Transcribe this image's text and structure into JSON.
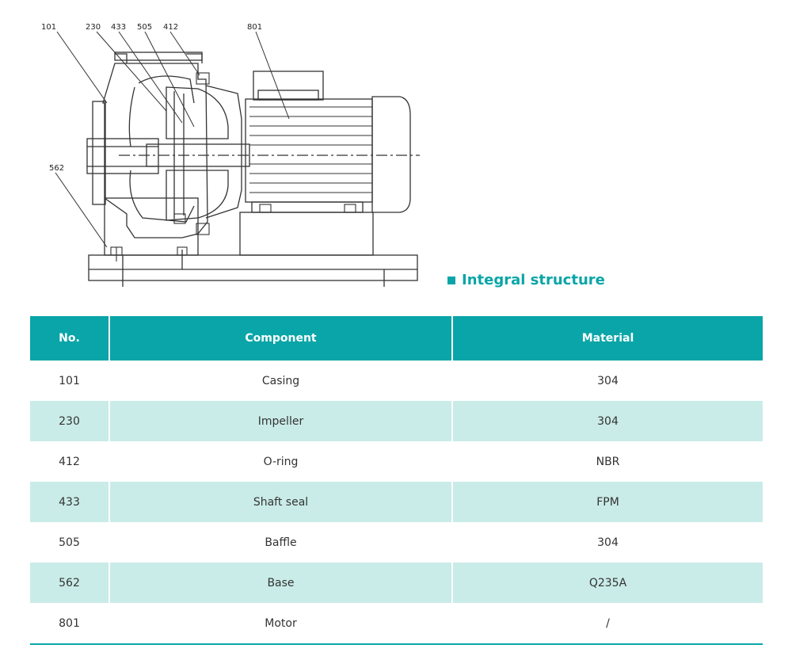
{
  "callouts": {
    "c101": "101",
    "c230": "230",
    "c433": "433",
    "c505": "505",
    "c412": "412",
    "c801": "801",
    "c562": "562"
  },
  "section_title": "Integral structure",
  "table": {
    "headers": {
      "no": "No.",
      "component": "Component",
      "material": "Material"
    },
    "rows": [
      {
        "no": "101",
        "component": "Casing",
        "material": "304"
      },
      {
        "no": "230",
        "component": "Impeller",
        "material": "304"
      },
      {
        "no": "412",
        "component": "O-ring",
        "material": "NBR"
      },
      {
        "no": "433",
        "component": "Shaft seal",
        "material": "FPM"
      },
      {
        "no": "505",
        "component": "Baffle",
        "material": "304"
      },
      {
        "no": "562",
        "component": "Base",
        "material": "Q235A"
      },
      {
        "no": "801",
        "component": "Motor",
        "material": "/"
      }
    ]
  },
  "colors": {
    "accent": "#0aa5a8",
    "row_alt": "#c9ece8",
    "line": "#333333"
  }
}
